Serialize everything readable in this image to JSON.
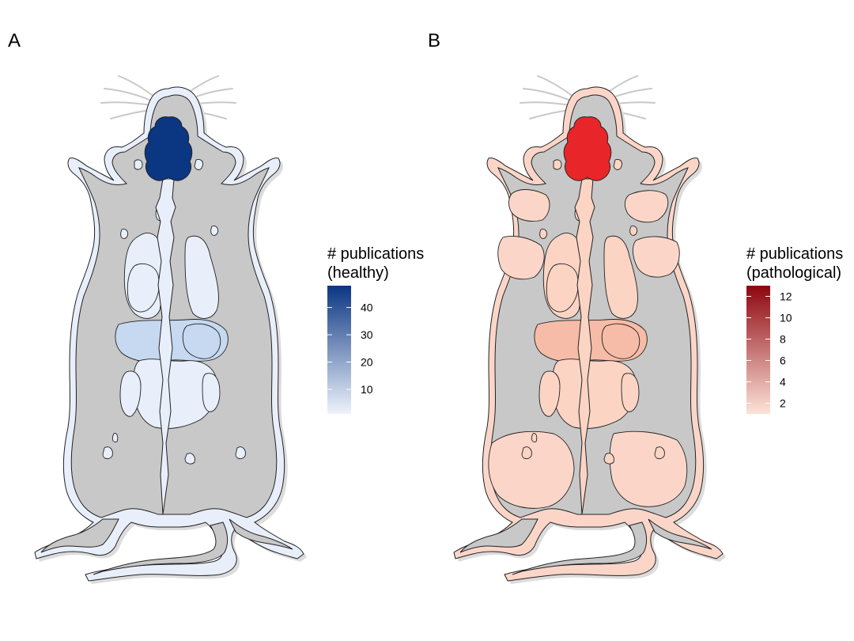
{
  "panels": [
    {
      "label": "A",
      "legend": {
        "title_line1": "# publications",
        "title_line2": "(healthy)",
        "ticks": [
          "40",
          "30",
          "20",
          "10"
        ],
        "tick_values": [
          40,
          30,
          20,
          10
        ],
        "range": [
          1,
          48
        ],
        "color_low": "#eef3fc",
        "color_high": "#0b3682"
      },
      "colors": {
        "brain": "#0b3682",
        "gut": "#c6d9f1",
        "organs": "#e8effb",
        "skin": "#e8effb",
        "body": "#c8c8c8"
      }
    },
    {
      "label": "B",
      "legend": {
        "title_line1": "# publications",
        "title_line2": "(pathological)",
        "ticks": [
          "12",
          "10",
          "8",
          "6",
          "4",
          "2"
        ],
        "tick_values": [
          12,
          10,
          8,
          6,
          4,
          2
        ],
        "range": [
          1,
          13
        ],
        "color_low": "#fde3d8",
        "color_high": "#8e0610"
      },
      "colors": {
        "brain": "#e8262a",
        "gut": "#f7bca7",
        "organs": "#fbd4c4",
        "skin": "#fbd6c8",
        "body": "#c8c8c8"
      }
    }
  ]
}
